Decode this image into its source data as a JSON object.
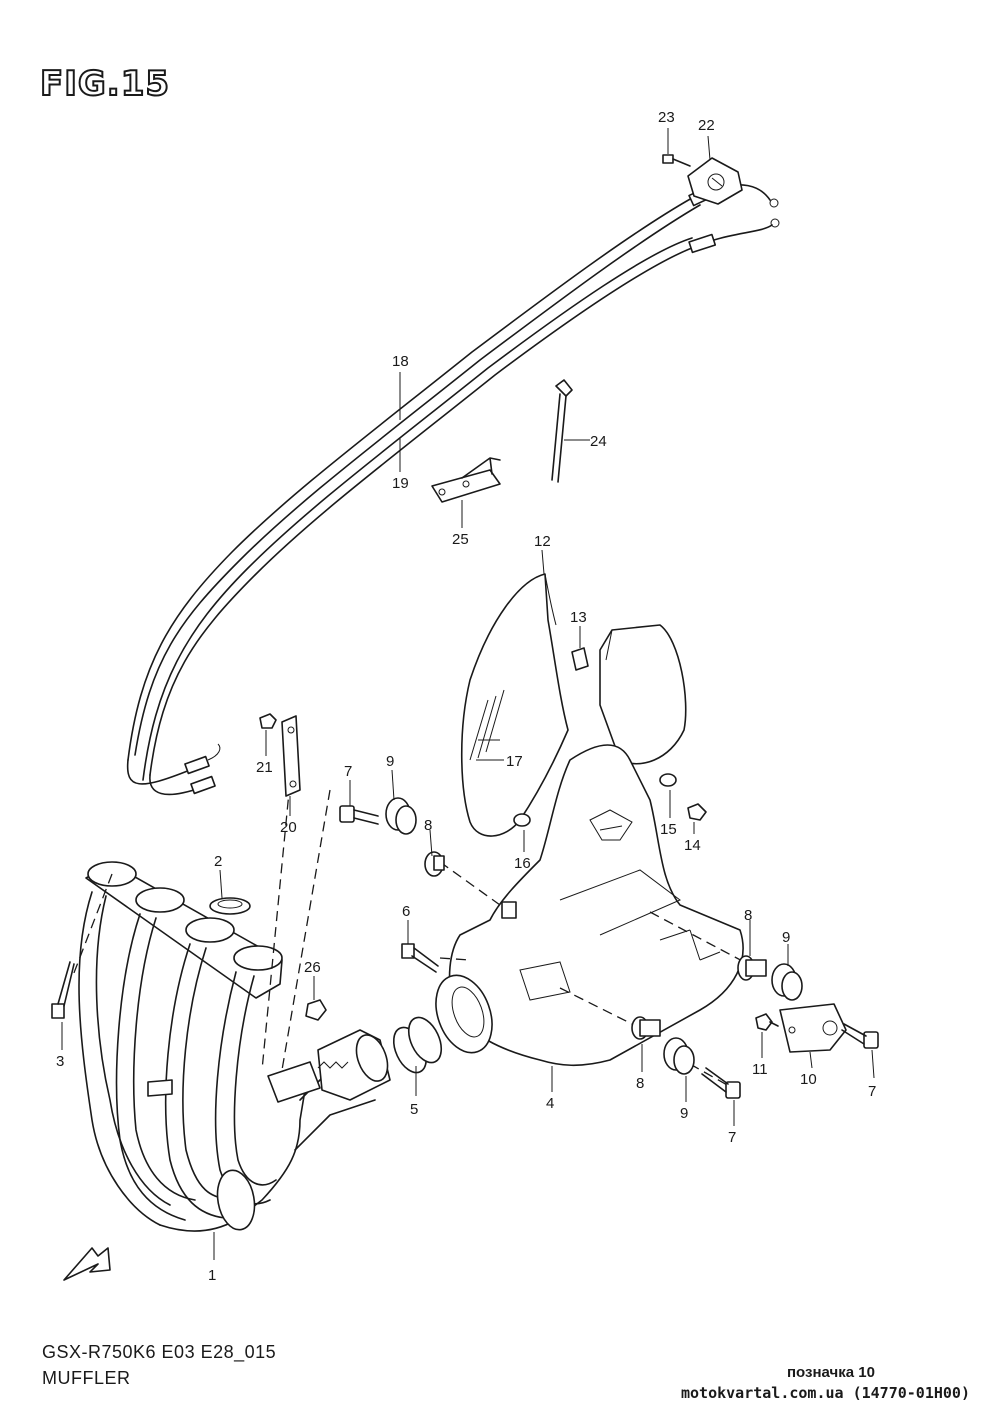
{
  "figure": {
    "title": "FIG.15"
  },
  "footer": {
    "model_code": "GSX-R750K6 E03 E28_015",
    "section_name": "MUFFLER",
    "note": "позначка 10",
    "site": "motokvartal.com.ua (14770-01H00)"
  },
  "callouts": [
    {
      "n": "1"
    },
    {
      "n": "2"
    },
    {
      "n": "3"
    },
    {
      "n": "4"
    },
    {
      "n": "5"
    },
    {
      "n": "6"
    },
    {
      "n": "7"
    },
    {
      "n": "7"
    },
    {
      "n": "7"
    },
    {
      "n": "8"
    },
    {
      "n": "8"
    },
    {
      "n": "8"
    },
    {
      "n": "9"
    },
    {
      "n": "9"
    },
    {
      "n": "9"
    },
    {
      "n": "10"
    },
    {
      "n": "11"
    },
    {
      "n": "12"
    },
    {
      "n": "13"
    },
    {
      "n": "14"
    },
    {
      "n": "15"
    },
    {
      "n": "16"
    },
    {
      "n": "17"
    },
    {
      "n": "18"
    },
    {
      "n": "19"
    },
    {
      "n": "20"
    },
    {
      "n": "21"
    },
    {
      "n": "22"
    },
    {
      "n": "23"
    },
    {
      "n": "24"
    },
    {
      "n": "25"
    },
    {
      "n": "26"
    }
  ],
  "icons": {
    "front_arrow": "front-arrow-icon"
  }
}
